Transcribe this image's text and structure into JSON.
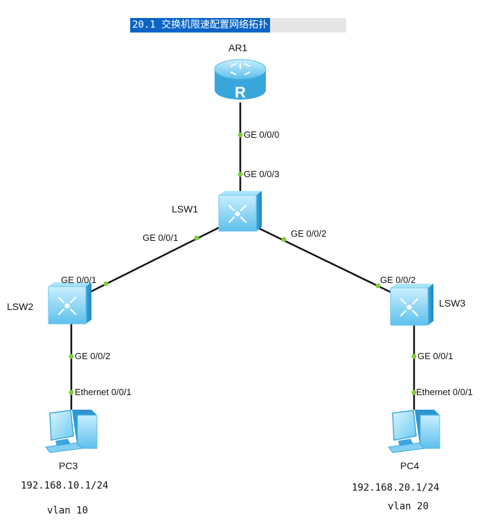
{
  "title": "20.1 交换机限速配置网络拓扑",
  "devices": {
    "ar1": {
      "name": "AR1",
      "router_letter": "R"
    },
    "lsw1": {
      "name": "LSW1"
    },
    "lsw2": {
      "name": "LSW2"
    },
    "lsw3": {
      "name": "LSW3"
    },
    "pc3": {
      "name": "PC3",
      "ip": "192.168.10.1/24",
      "vlan": "vlan 10"
    },
    "pc4": {
      "name": "PC4",
      "ip": "192.168.20.1/24",
      "vlan": "vlan 20"
    }
  },
  "ports": {
    "ar1_lsw1": "GE 0/0/0",
    "lsw1_ar1": "GE 0/0/3",
    "lsw1_lsw2": "GE 0/0/1",
    "lsw1_lsw3": "GE 0/0/2",
    "lsw2_lsw1": "GE 0/0/1",
    "lsw2_pc3": "GE 0/0/2",
    "lsw3_lsw1": "GE 0/0/2",
    "lsw3_pc4": "GE 0/0/1",
    "pc3_eth": "Ethernet 0/0/1",
    "pc4_eth": "Ethernet 0/0/1"
  },
  "colors": {
    "link": "#111111",
    "port_dot": "#7fcc3a",
    "device_fill": "#8fd6f2",
    "device_dark": "#3aa7dc",
    "title_bg": "#0a64c8"
  }
}
